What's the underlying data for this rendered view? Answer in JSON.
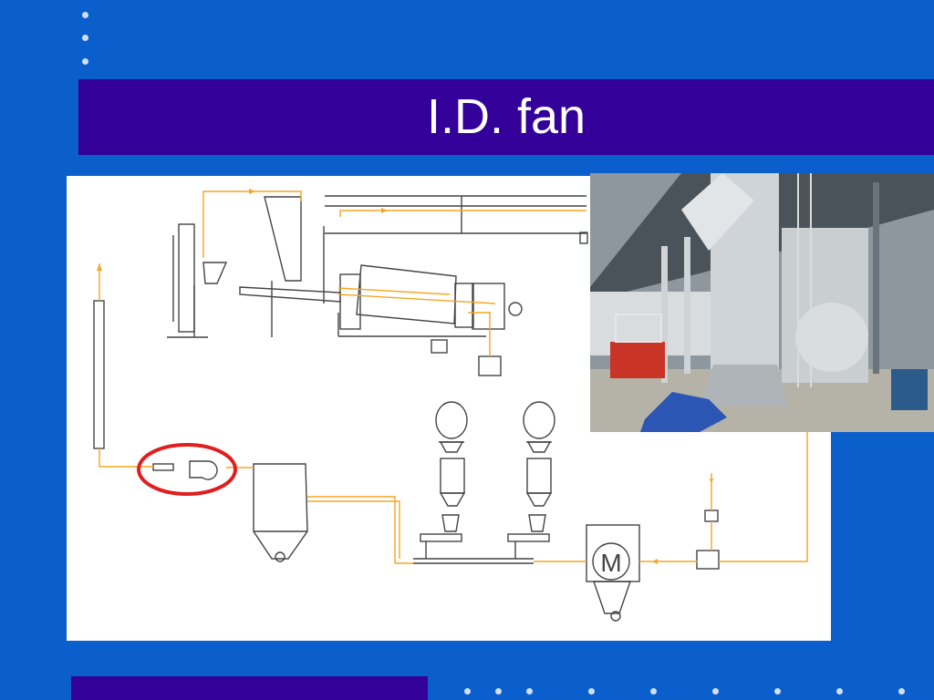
{
  "slide": {
    "title": "I.D. fan",
    "colors": {
      "background": "#0A5FCC",
      "title_bar": "#330099",
      "title_text": "#FFFFFF",
      "diagram_background": "#FFFFFF",
      "flow_line": "#F5A623",
      "highlight_ring": "#E01E1E"
    }
  },
  "diagram": {
    "motor_symbol": "M",
    "highlight": "id-fan"
  },
  "photo": {
    "subject": "industrial-fan-installation-photo"
  }
}
